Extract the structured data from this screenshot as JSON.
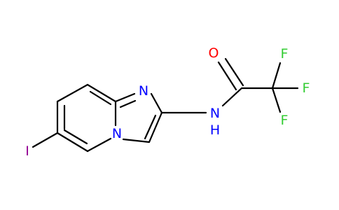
{
  "molecule": {
    "atoms": {
      "O": "O",
      "N_amide": "N",
      "H_amide": "H",
      "N_ring": "N",
      "N_bridge": "N",
      "I": "I",
      "F_top": "F",
      "F_right": "F",
      "F_bottom": "F"
    },
    "colors": {
      "bond": "#000000",
      "oxygen": "#ff0000",
      "nitrogen": "#0000ff",
      "iodine": "#940094",
      "fluorine": "#33cc33"
    }
  }
}
